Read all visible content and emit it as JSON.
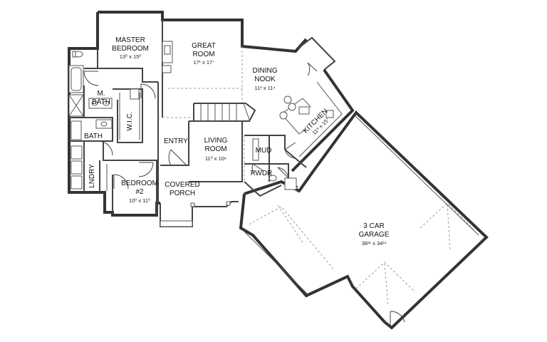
{
  "rooms": {
    "master": {
      "name1": "MASTER",
      "name2": "BEDROOM",
      "dim": "13⁰ x 15⁰"
    },
    "great": {
      "name1": "GREAT",
      "name2": "ROOM",
      "dim": "17¹ x 17⁷"
    },
    "dining": {
      "name1": "DINING",
      "name2": "NOOK",
      "dim": "11³ x 11⁴"
    },
    "kitchen": {
      "name": "KITCHEN",
      "dim": "11⁹ x 15⁷"
    },
    "mbath": {
      "name1": "M.",
      "name2": "BATH"
    },
    "wic": {
      "name": "W.I.C."
    },
    "bath": {
      "name": "BATH"
    },
    "entry": {
      "name": "ENTRY"
    },
    "living": {
      "name1": "LIVING",
      "name2": "ROOM",
      "dim": "11⁰ x 10⁶"
    },
    "mud": {
      "name": "MUD"
    },
    "pwdr": {
      "name": "PWDR"
    },
    "lndry": {
      "name": "LNDRY"
    },
    "bedroom2": {
      "name1": "BEDROOM",
      "name2": "#2",
      "dim": "10⁰ x 11⁰"
    },
    "porch": {
      "name1": "COVERED",
      "name2": "PORCH"
    },
    "garage": {
      "name1": "3 CAR",
      "name2": "GARAGE",
      "dim": "38¹¹ x 34¹¹"
    }
  }
}
